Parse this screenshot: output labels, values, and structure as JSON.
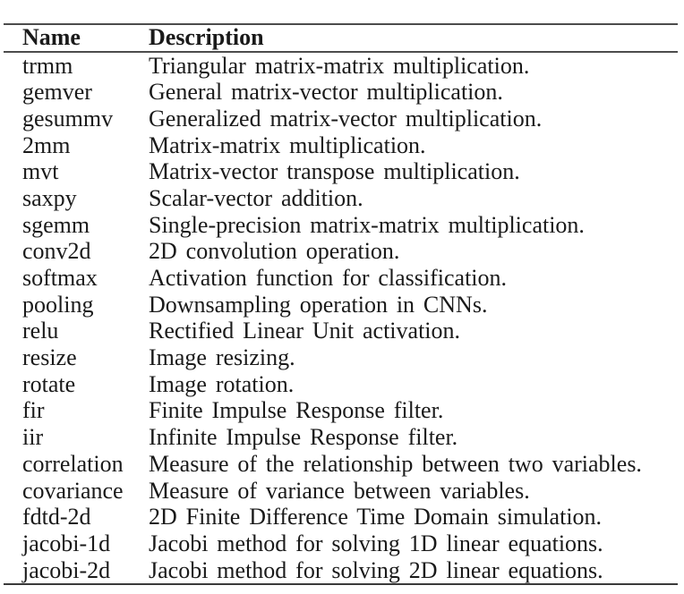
{
  "table": {
    "columns": [
      {
        "label": "Name"
      },
      {
        "label": "Description"
      }
    ],
    "rows": [
      {
        "name": "trmm",
        "description": "Triangular matrix-matrix multiplication."
      },
      {
        "name": "gemver",
        "description": "General matrix-vector multiplication."
      },
      {
        "name": "gesummv",
        "description": "Generalized matrix-vector multiplication."
      },
      {
        "name": "2mm",
        "description": "Matrix-matrix multiplication."
      },
      {
        "name": "mvt",
        "description": "Matrix-vector transpose multiplication."
      },
      {
        "name": "saxpy",
        "description": "Scalar-vector addition."
      },
      {
        "name": "sgemm",
        "description": "Single-precision matrix-matrix multiplication."
      },
      {
        "name": "conv2d",
        "description": "2D convolution operation."
      },
      {
        "name": "softmax",
        "description": "Activation function for classification."
      },
      {
        "name": "pooling",
        "description": "Downsampling operation in CNNs."
      },
      {
        "name": "relu",
        "description": "Rectified Linear Unit activation."
      },
      {
        "name": "resize",
        "description": "Image resizing."
      },
      {
        "name": "rotate",
        "description": "Image rotation."
      },
      {
        "name": "fir",
        "description": "Finite Impulse Response filter."
      },
      {
        "name": "iir",
        "description": "Infinite Impulse Response filter."
      },
      {
        "name": "correlation",
        "description": "Measure of the relationship between two variables."
      },
      {
        "name": "covariance",
        "description": "Measure of variance between variables."
      },
      {
        "name": "fdtd-2d",
        "description": "2D Finite Difference Time Domain simulation."
      },
      {
        "name": "jacobi-1d",
        "description": "Jacobi method for solving 1D linear equations."
      },
      {
        "name": "jacobi-2d",
        "description": "Jacobi method for solving 2D linear equations."
      }
    ]
  },
  "colors": {
    "background": "#ffffff",
    "text": "#1a1a1a",
    "rule": "#4c4c4c",
    "rule_heavy": "#3a3a3a"
  }
}
